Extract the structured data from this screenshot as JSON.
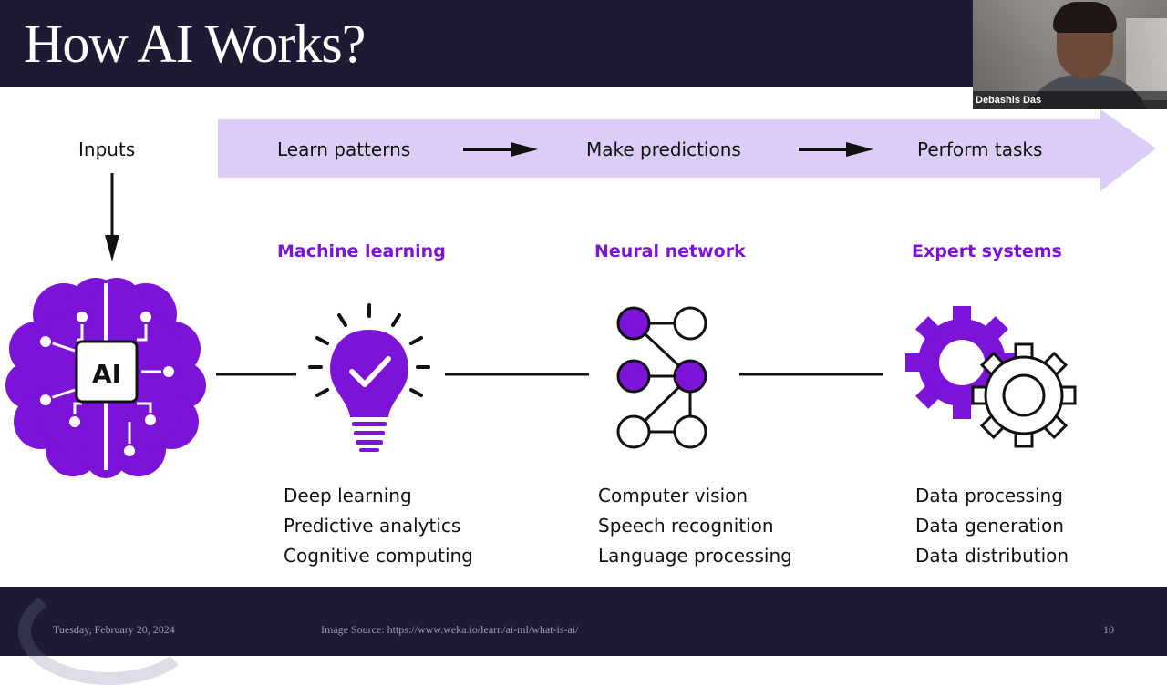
{
  "slide": {
    "title": "How AI Works?",
    "flow": {
      "inputs": "Inputs",
      "steps": [
        "Learn patterns",
        "Make predictions",
        "Perform tasks"
      ]
    },
    "brain_chip_text": "AI",
    "categories": [
      {
        "title": "Machine learning",
        "items": [
          "Deep learning",
          "Predictive analytics",
          "Cognitive computing"
        ],
        "icon": "lightbulb-check-icon"
      },
      {
        "title": "Neural network",
        "items": [
          "Computer vision",
          "Speech recognition",
          "Language processing"
        ],
        "icon": "neural-network-icon"
      },
      {
        "title": "Expert systems",
        "items": [
          "Data processing",
          "Data generation",
          "Data distribution"
        ],
        "icon": "gears-icon"
      }
    ],
    "colors": {
      "accent": "#7b14d6",
      "banner": "#dccdf7",
      "header_bg": "#1c1b33"
    }
  },
  "footer": {
    "date": "Tuesday, February 20, 2024",
    "source": "Image Source: https://www.weka.io/learn/ai-ml/what-is-ai/",
    "page_number": "10"
  },
  "video": {
    "participant_name": "Debashis Das"
  }
}
